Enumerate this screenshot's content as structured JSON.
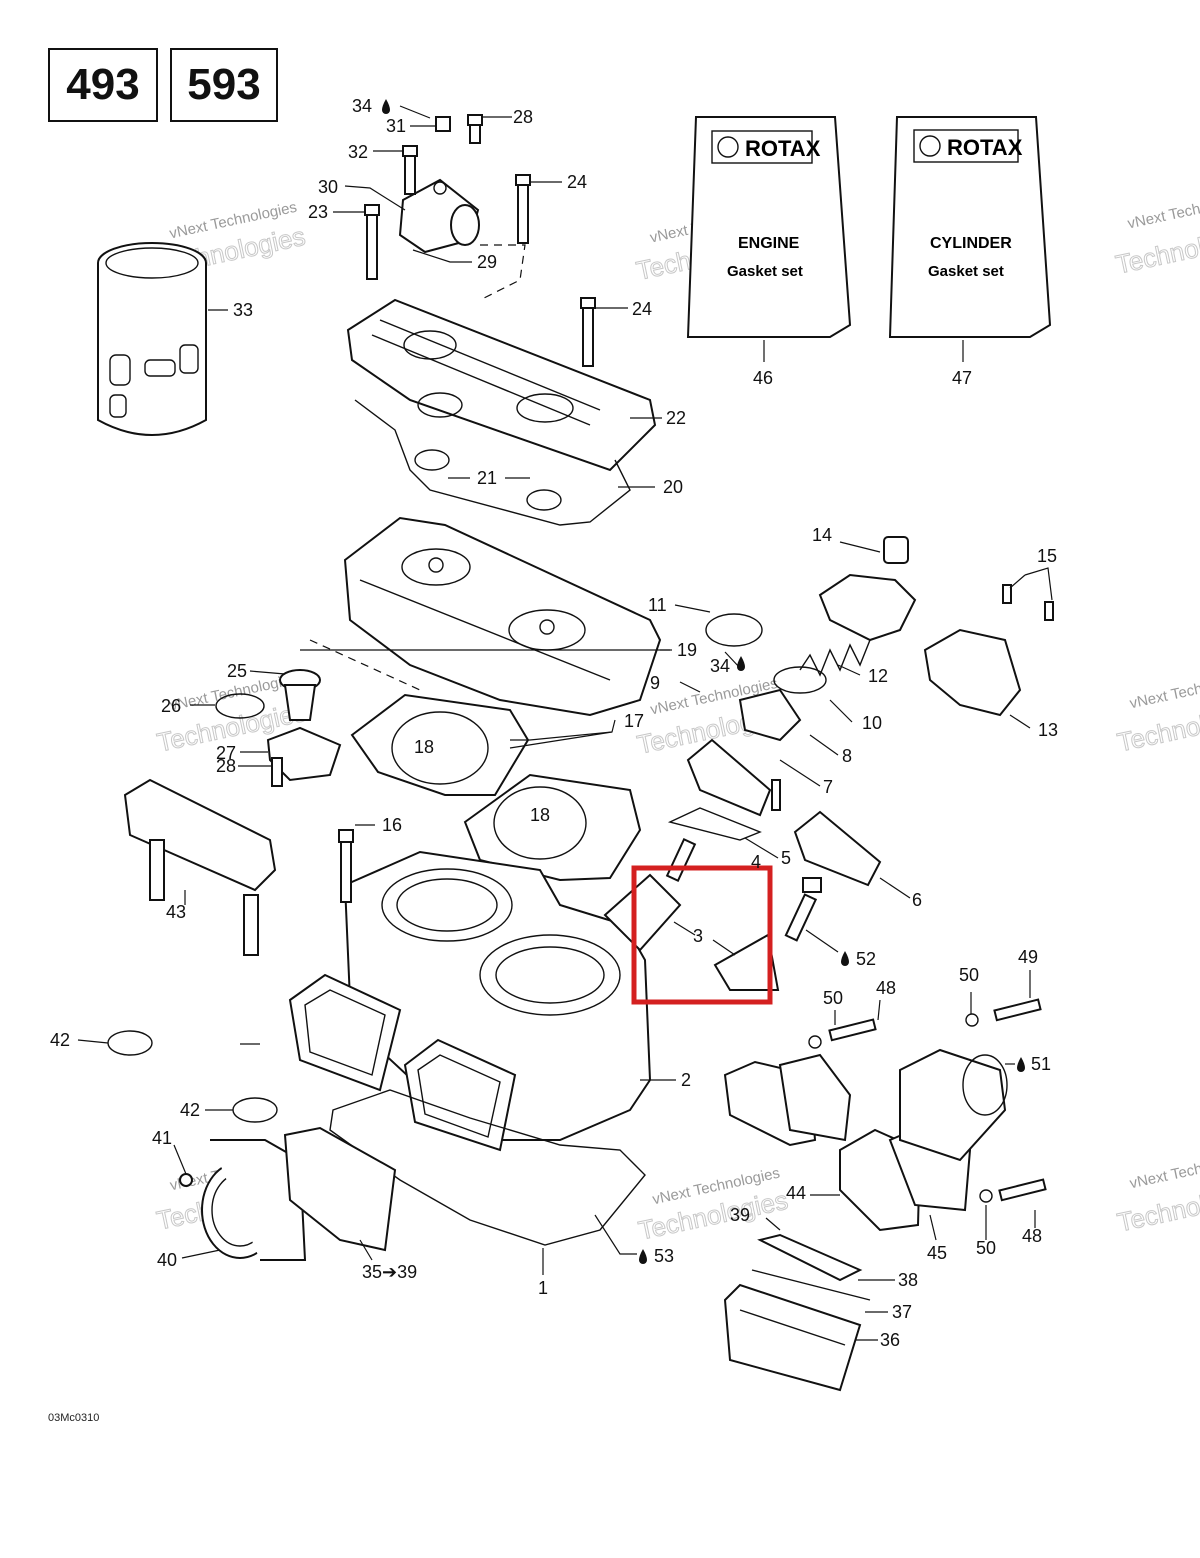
{
  "models": [
    "493",
    "593"
  ],
  "document_code": "03Mc0310",
  "highlight_color": "#d42020",
  "booklets": [
    {
      "brand": "ROTAX",
      "line1": "ENGINE",
      "line2": "Gasket set",
      "ref": "46"
    },
    {
      "brand": "ROTAX",
      "line1": "CYLINDER",
      "line2": "Gasket set",
      "ref": "47"
    }
  ],
  "watermark": {
    "line1": "vNext Technologies",
    "line2": "Technologies"
  },
  "callouts": {
    "c1": "1",
    "c2": "2",
    "c3": "3",
    "c4": "4",
    "c5": "5",
    "c6": "6",
    "c7": "7",
    "c8": "8",
    "c9": "9",
    "c10": "10",
    "c11": "11",
    "c12": "12",
    "c13": "13",
    "c14": "14",
    "c15": "15",
    "c16": "16",
    "c17": "17",
    "c18a": "18",
    "c18b": "18",
    "c19": "19",
    "c20": "20",
    "c21": "21",
    "c22": "22",
    "c23": "23",
    "c24a": "24",
    "c24b": "24",
    "c25": "25",
    "c26": "26",
    "c27": "27",
    "c28a": "28",
    "c28b": "28",
    "c29": "29",
    "c30": "30",
    "c31": "31",
    "c32": "32",
    "c33": "33",
    "c34a": "34",
    "c34b": "34",
    "c35": "35➔39",
    "c36": "36",
    "c37": "37",
    "c38": "38",
    "c39": "39",
    "c40": "40",
    "c41": "41",
    "c42a": "42",
    "c42b": "42",
    "c43": "43",
    "c44": "44",
    "c45": "45",
    "c48a": "48",
    "c48b": "48",
    "c49": "49",
    "c50a": "50",
    "c50b": "50",
    "c50c": "50",
    "c51": "51",
    "c52": "52",
    "c53": "53"
  }
}
